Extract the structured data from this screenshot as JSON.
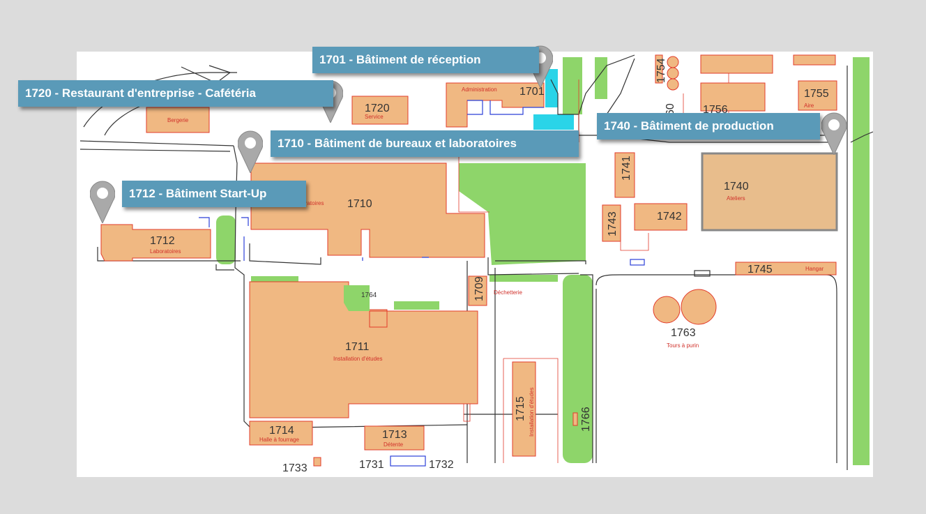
{
  "callouts": {
    "c1701": "1701 - Bâtiment de réception",
    "c1720": "1720 - Restaurant d'entreprise - Cafétéria",
    "c1710": "1710 - Bâtiment de bureaux et laboratoires",
    "c1712": "1712 - Bâtiment Start-Up",
    "c1740": "1740 - Bâtiment de production"
  },
  "buildings": {
    "b1701": {
      "number": "1701",
      "label": "Administration"
    },
    "b1720": {
      "number": "1720",
      "label": "Service"
    },
    "bergerie": {
      "label": "Bergerie"
    },
    "b1710": {
      "number": "1710",
      "label": "Laboratoires"
    },
    "b1712": {
      "number": "1712",
      "label": "Laboratoires"
    },
    "b1711": {
      "number": "1711",
      "label": "Installation d'études"
    },
    "b1764": {
      "number": "1764"
    },
    "b1709": {
      "number": "1709",
      "label": "Déchetterie"
    },
    "b1714": {
      "number": "1714",
      "label": "Halle à fourrage"
    },
    "b1713": {
      "number": "1713",
      "label": "Détente"
    },
    "b1715": {
      "number": "1715",
      "label": "Installation d'études"
    },
    "b1766": {
      "number": "1766"
    },
    "b1740": {
      "number": "1740",
      "label": "Ateliers"
    },
    "b1741": {
      "number": "1741"
    },
    "b1742": {
      "number": "1742"
    },
    "b1743": {
      "number": "1743"
    },
    "b1745": {
      "number": "1745",
      "label": "Hangar"
    },
    "b1763": {
      "number": "1763",
      "label": "Tours à purin"
    },
    "b1754": {
      "number": "1754"
    },
    "b1755": {
      "number": "1755",
      "label": "Aire"
    },
    "b1756": {
      "number": "1756"
    },
    "b1760": {
      "number": "60"
    },
    "b1733": {
      "number": "1733"
    },
    "b1731": {
      "number": "1731"
    },
    "b1732": {
      "number": "1732"
    }
  },
  "colors": {
    "callout_bg": "#5a9ab8",
    "building_fill": "#f0b882",
    "green_area": "#8ed56a",
    "building_outline": "#e23b2b",
    "pin": "#a9a9a9"
  },
  "icons": [
    "map-pin-icon"
  ]
}
